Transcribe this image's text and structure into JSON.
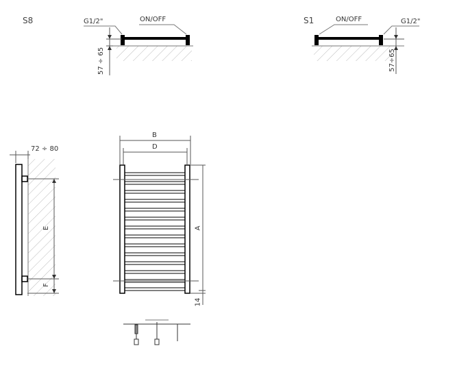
{
  "variant_s8": {
    "title": "S8",
    "connection_label": "G1/2\"",
    "switch_label": "ON/OFF",
    "distance_label": "57 ÷ 65"
  },
  "variant_s1": {
    "title": "S1",
    "connection_label": "G1/2\"",
    "switch_label": "ON/OFF",
    "distance_label": "57÷65"
  },
  "side_view": {
    "depth_label": "72 ÷ 80",
    "dim_e": "E",
    "dim_f": "F"
  },
  "front_view": {
    "dim_b": "B",
    "dim_d": "D",
    "dim_a": "A",
    "dim_14": "14"
  },
  "colors": {
    "line": "#000000",
    "dim": "#555555",
    "hatch": "#aaaaaa"
  }
}
